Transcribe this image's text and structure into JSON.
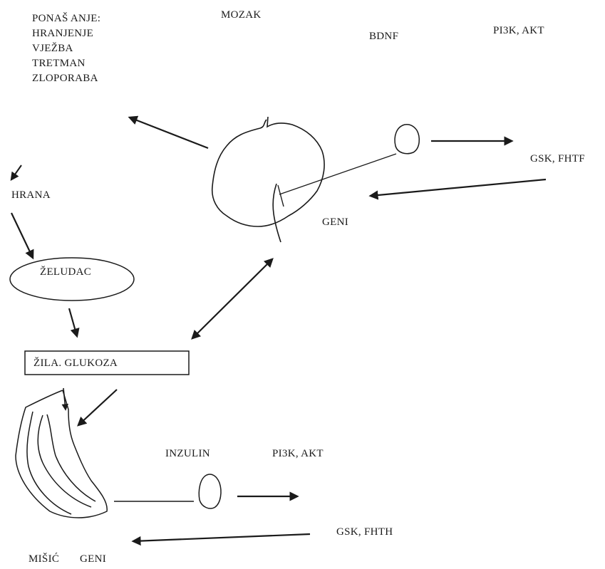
{
  "behavior": {
    "lines": [
      "PONAŠ ANJE:",
      "HRANJENJE",
      "VJEŽBA",
      "TRETMAN",
      "ZLOPORABA"
    ]
  },
  "brain": {
    "label": "MOZAK",
    "bdnf": "BDNF",
    "pathway_top": "PI3K, AKT",
    "pathway_bottom": "GSK, FHTF",
    "genes": "GENI"
  },
  "digestion": {
    "food": "HRANA",
    "stomach": "ŽELUDAC",
    "blood_glucose": "ŽILA. GLUKOZA"
  },
  "muscle": {
    "insulin": "INZULIN",
    "pathway_top": "PI3K, AKT",
    "pathway_bottom": "GSK, FHTH",
    "label": "MIŠIĆ",
    "genes": "GENI"
  },
  "colors": {
    "ink": "#1a1a1a",
    "background": "#ffffff"
  }
}
